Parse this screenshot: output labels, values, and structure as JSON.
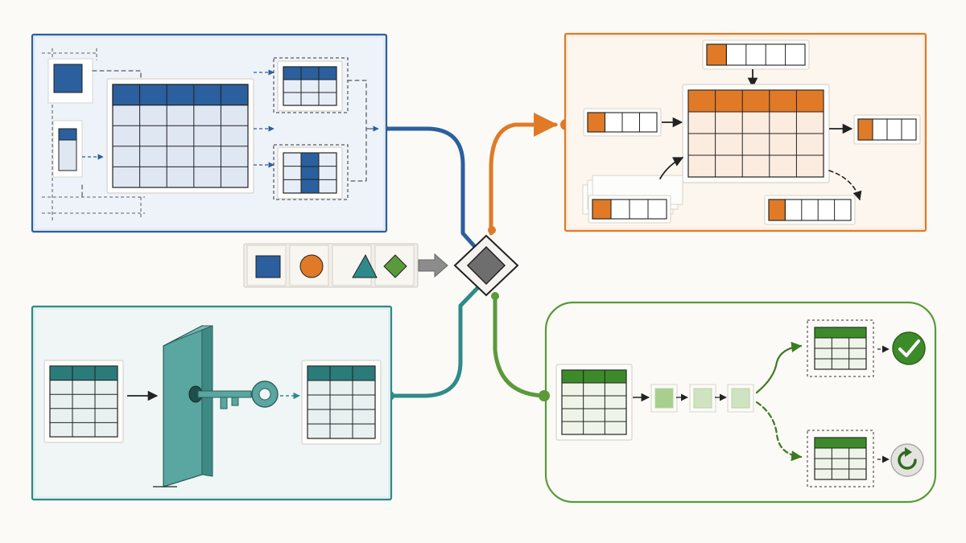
{
  "colors": {
    "blue": "#2b5f9e",
    "blue_light": "#e3ebf5",
    "orange": "#e07a26",
    "orange_light": "#fbeee2",
    "teal": "#2f8a8a",
    "teal_light": "#e2efef",
    "green": "#5a9a3a",
    "green_light": "#eef5e8",
    "gray": "#777777",
    "ink": "#222222",
    "paper": "#fbfaf6"
  },
  "panels": {
    "blue": {
      "name": "panel-schema-split",
      "color": "blue"
    },
    "orange": {
      "name": "panel-merge-append",
      "color": "orange"
    },
    "teal": {
      "name": "panel-key-unlock",
      "color": "teal"
    },
    "green": {
      "name": "panel-pipeline-validate",
      "color": "green"
    }
  },
  "hub": {
    "icon": "diamond-hub-icon",
    "shapes": [
      "square-icon",
      "circle-icon",
      "triangle-icon",
      "diamond-icon"
    ]
  },
  "icons": {
    "key": "key-icon",
    "door": "door-icon",
    "check": "checkmark-icon",
    "retry": "retry-icon"
  }
}
